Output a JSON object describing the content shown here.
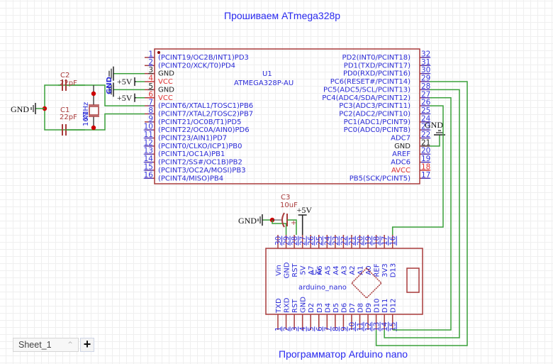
{
  "titles": {
    "top": "Прошиваем ATmega328p",
    "bottom": "Программатор Arduino nano"
  },
  "colors": {
    "wire": "#3aa03a",
    "component": "#a83a3a",
    "pin_label": "#2a2ad6",
    "power_pin": "#e03030",
    "junction": "#cc0000",
    "title": "#2a2af0"
  },
  "u1": {
    "ref": "U1",
    "value": "ATMEGA328P-AU",
    "left_pins": [
      {
        "num": "1",
        "name": "(PCINT19/OC2B/INT1)PD3",
        "type": "io"
      },
      {
        "num": "2",
        "name": "(PCINT20/XCK/T0)PD4",
        "type": "io"
      },
      {
        "num": "3",
        "name": "GND",
        "type": "gnd"
      },
      {
        "num": "4",
        "name": "VCC",
        "type": "pwr"
      },
      {
        "num": "5",
        "name": "GND",
        "type": "gnd"
      },
      {
        "num": "6",
        "name": "VCC",
        "type": "pwr"
      },
      {
        "num": "7",
        "name": "(PCINT6/XTAL1/TOSC1)PB6",
        "type": "io"
      },
      {
        "num": "8",
        "name": "(PCINT7/XTAL2/TOSC2)PB7",
        "type": "io"
      },
      {
        "num": "9",
        "name": "(PCINT21/OC0B/T1)PD5",
        "type": "io"
      },
      {
        "num": "10",
        "name": "(PCINT22/OC0A/AIN0)PD6",
        "type": "io"
      },
      {
        "num": "11",
        "name": "(PCINT23/AIN1)PD7",
        "type": "io"
      },
      {
        "num": "12",
        "name": "(PCINT0/CLKO/ICP1)PB0",
        "type": "io"
      },
      {
        "num": "13",
        "name": "(PCINT1/OC1A)PB1",
        "type": "io"
      },
      {
        "num": "14",
        "name": "(PCINT2/SS#/OC1B)PB2",
        "type": "io"
      },
      {
        "num": "15",
        "name": "(PCINT3/OC2A/MOSI)PB3",
        "type": "io"
      },
      {
        "num": "16",
        "name": "(PCINT4/MISO)PB4",
        "type": "io"
      }
    ],
    "right_pins": [
      {
        "num": "32",
        "name": "PD2(INT0/PCINT18)",
        "type": "io"
      },
      {
        "num": "31",
        "name": "PD1(TXD/PCINT17)",
        "type": "io"
      },
      {
        "num": "30",
        "name": "PD0(RXD/PCINT16)",
        "type": "io"
      },
      {
        "num": "29",
        "name": "PC6(RESET#/PCINT14)",
        "type": "io"
      },
      {
        "num": "28",
        "name": "PC5(ADC5/SCL/PCINT13)",
        "type": "io"
      },
      {
        "num": "27",
        "name": "PC4(ADC4/SDA/PCINT12)",
        "type": "io"
      },
      {
        "num": "26",
        "name": "PC3(ADC3/PCINT11)",
        "type": "io"
      },
      {
        "num": "25",
        "name": "PC2(ADC2/PCINT10)",
        "type": "io"
      },
      {
        "num": "24",
        "name": "PC1(ADC1/PCINT9)",
        "type": "io"
      },
      {
        "num": "23",
        "name": "PC0(ADC0/PCINT8)",
        "type": "io"
      },
      {
        "num": "22",
        "name": "ADC7",
        "type": "io"
      },
      {
        "num": "21",
        "name": "GND",
        "type": "gnd"
      },
      {
        "num": "20",
        "name": "AREF",
        "type": "io"
      },
      {
        "num": "19",
        "name": "ADC6",
        "type": "io"
      },
      {
        "num": "18",
        "name": "AVCC",
        "type": "pwr"
      },
      {
        "num": "17",
        "name": "PB5(SCK/PCINT5)",
        "type": "io"
      }
    ]
  },
  "u2": {
    "ref": "U2",
    "value": "arduino_nano",
    "top_pins": [
      {
        "num": "30",
        "name": "Vin"
      },
      {
        "num": "29",
        "name": "GND"
      },
      {
        "num": "28",
        "name": "RST"
      },
      {
        "num": "27",
        "name": "5V"
      },
      {
        "num": "26",
        "name": "A7"
      },
      {
        "num": "25",
        "name": "A6"
      },
      {
        "num": "24",
        "name": "A5"
      },
      {
        "num": "23",
        "name": "A4"
      },
      {
        "num": "22",
        "name": "A3"
      },
      {
        "num": "21",
        "name": "A2"
      },
      {
        "num": "20",
        "name": "A1"
      },
      {
        "num": "19",
        "name": "A0"
      },
      {
        "num": "18",
        "name": "REF"
      },
      {
        "num": "17",
        "name": "3V3"
      },
      {
        "num": "16",
        "name": "D13"
      }
    ],
    "bottom_pins": [
      {
        "num": "1",
        "name": "TXD"
      },
      {
        "num": "2",
        "name": "RXD"
      },
      {
        "num": "3",
        "name": "RST"
      },
      {
        "num": "4",
        "name": "GND"
      },
      {
        "num": "5",
        "name": "D2"
      },
      {
        "num": "6",
        "name": "D3"
      },
      {
        "num": "7",
        "name": "D4"
      },
      {
        "num": "8",
        "name": "D5"
      },
      {
        "num": "9",
        "name": "D6"
      },
      {
        "num": "10",
        "name": "D7"
      },
      {
        "num": "11",
        "name": "D8"
      },
      {
        "num": "12",
        "name": "D9"
      },
      {
        "num": "13",
        "name": "D10"
      },
      {
        "num": "14",
        "name": "D11"
      },
      {
        "num": "15",
        "name": "D12"
      }
    ]
  },
  "components": {
    "c1": {
      "ref": "C1",
      "value": "22pF"
    },
    "c2": {
      "ref": "C2",
      "value": "22pF"
    },
    "c3": {
      "ref": "C3",
      "value": "10uF"
    },
    "x1": {
      "ref": "X1",
      "value": "16MHz"
    }
  },
  "power_labels": {
    "gnd": "GND",
    "vcc": "+5V"
  },
  "sheets": {
    "current": "Sheet_1",
    "add_label": "+"
  }
}
